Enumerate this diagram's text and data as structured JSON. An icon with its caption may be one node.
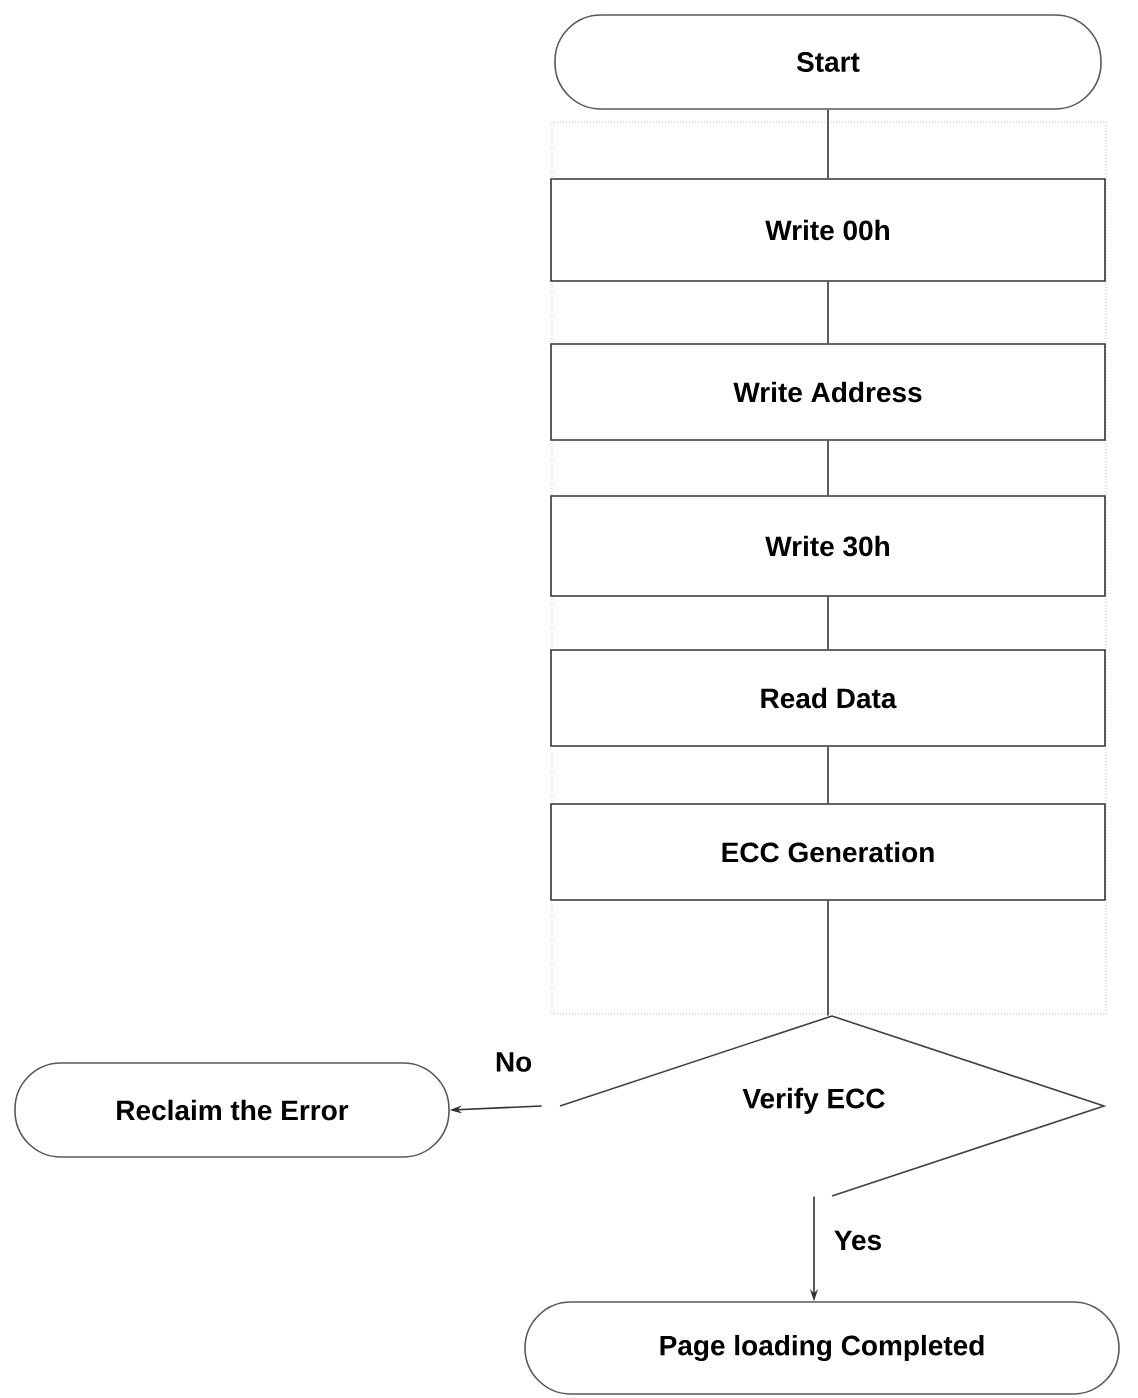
{
  "diagram": {
    "nodes": [
      {
        "text": [
          "Start"
        ]
      },
      {
        "text": [
          "Write 00h"
        ]
      },
      {
        "text": [
          "Write Address"
        ]
      },
      {
        "text": [
          "Write 30h"
        ]
      },
      {
        "text": [
          "Read Data"
        ]
      },
      {
        "text": [
          "ECC Generation"
        ]
      },
      {
        "text": [
          "Reclaim the Error"
        ]
      },
      {
        "text": [
          "Verify ECC"
        ]
      },
      {
        "text": [
          "Page loading Completed"
        ]
      }
    ],
    "edges": [
      {
        "from": 0,
        "to": 1,
        "arrow": "none"
      },
      {
        "from": 1,
        "to": 2,
        "arrow": "none"
      },
      {
        "from": 2,
        "to": 3,
        "arrow": "none"
      },
      {
        "from": 3,
        "to": 4,
        "arrow": "none"
      },
      {
        "from": 4,
        "to": 5,
        "arrow": "none"
      },
      {
        "from": 5,
        "to": 7,
        "arrow": "none"
      },
      {
        "from": 7,
        "to": 6,
        "arrow": "to",
        "label": "No"
      },
      {
        "from": 7,
        "to": 8,
        "arrow": "to",
        "label": "Yes"
      }
    ]
  }
}
